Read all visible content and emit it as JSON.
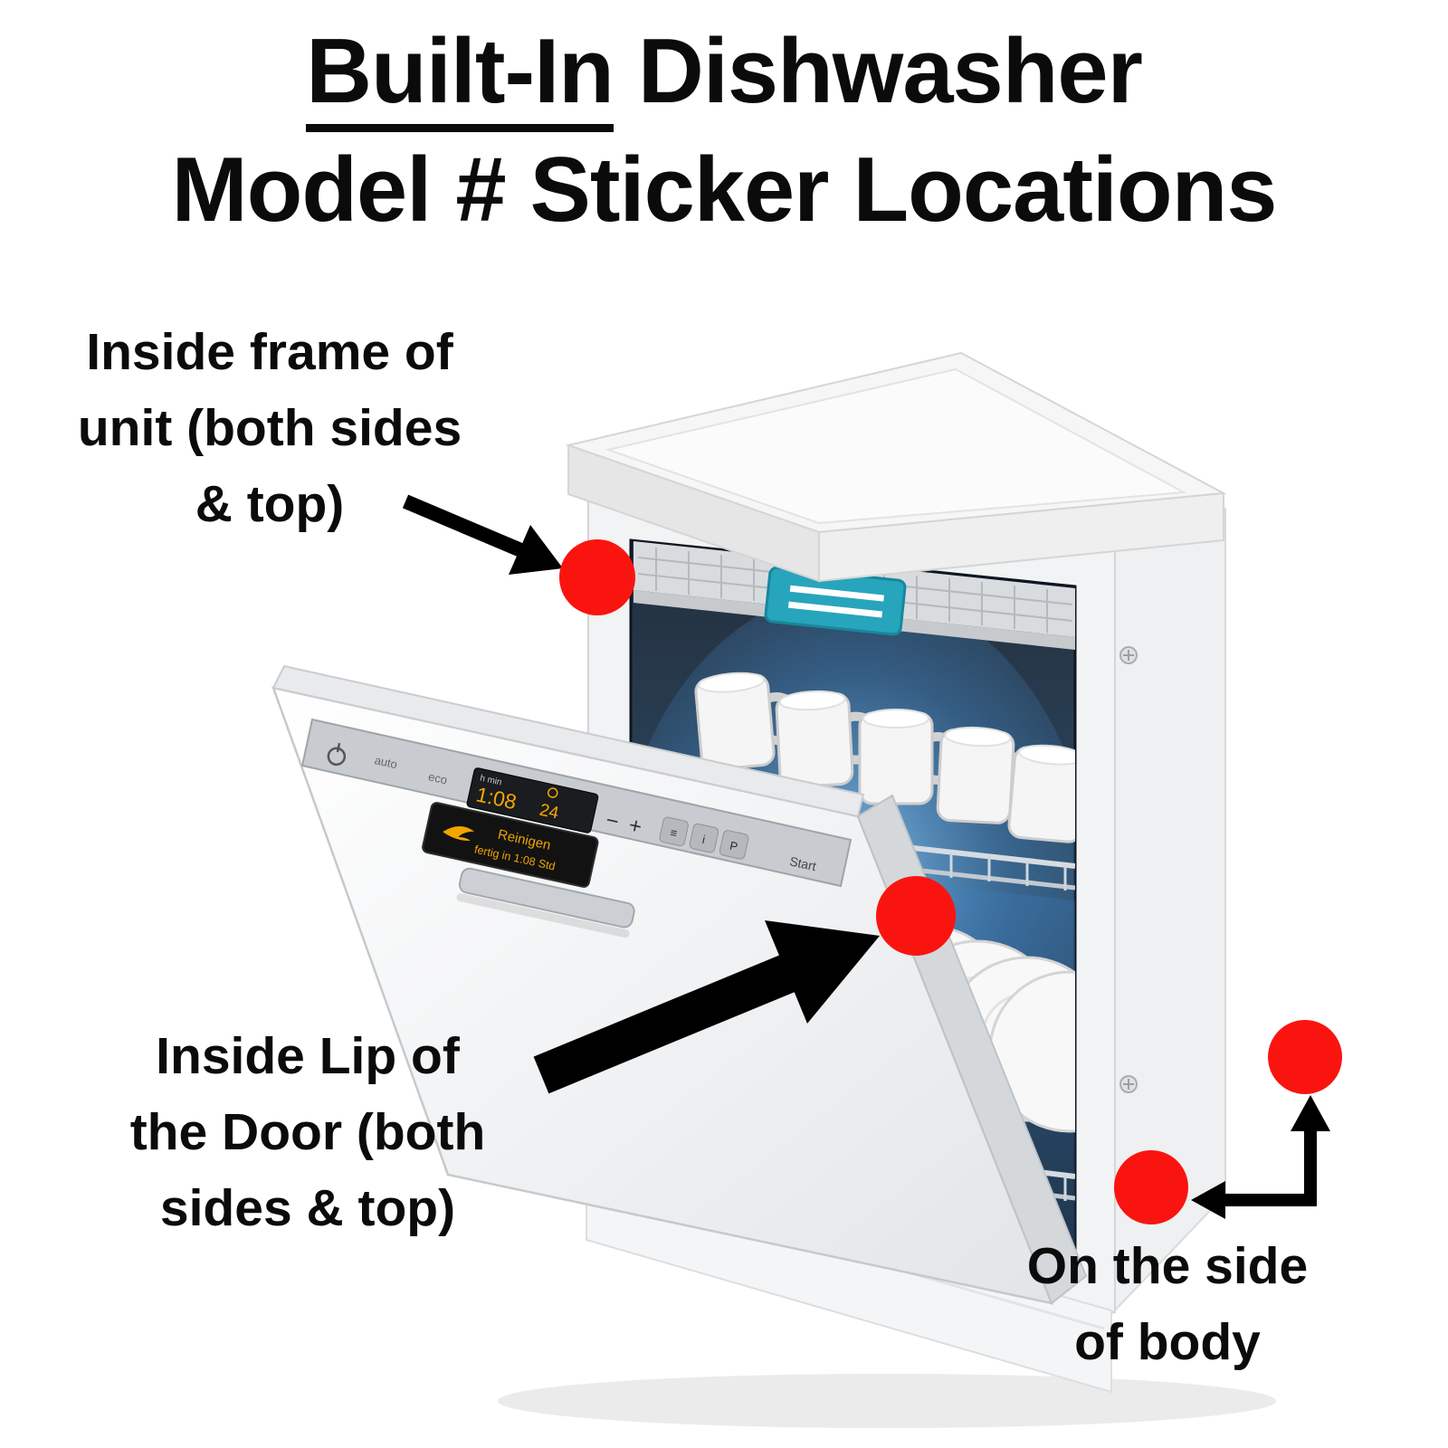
{
  "title": {
    "line1_underlined": "Built-In",
    "line1_rest": " Dishwasher",
    "line2": "Model # Sticker Locations"
  },
  "annotations": {
    "inside_frame": {
      "lines": [
        "Inside frame of",
        "unit (both sides",
        "& top)"
      ]
    },
    "inside_lip": {
      "lines": [
        "Inside Lip of",
        "the Door (both",
        "sides & top)"
      ]
    },
    "side_of_body": {
      "lines": [
        "On the side",
        "of body"
      ]
    }
  },
  "dishwasher": {
    "panel": {
      "auto": "auto",
      "eco": "eco",
      "time_unit": "h min",
      "time": "1:08",
      "delay": "24",
      "minus": "−",
      "plus": "+",
      "buttons": [
        "≡",
        "i",
        "P"
      ],
      "start": "Start"
    },
    "door_display": {
      "line1": "Reinigen",
      "line2": "fertig in 1:08 Std"
    }
  },
  "sticker_locations": [
    {
      "id": "inside-frame-of-unit"
    },
    {
      "id": "inside-door-lip"
    },
    {
      "id": "side-of-body-upper"
    },
    {
      "id": "side-of-body-lower"
    }
  ],
  "colors": {
    "sticker_dot": "#fa1410",
    "arrow": "#000000",
    "tray_handle_teal": "#27a5bc",
    "display_orange": "#f5a800",
    "interior_glow": "#5aa7e8"
  }
}
